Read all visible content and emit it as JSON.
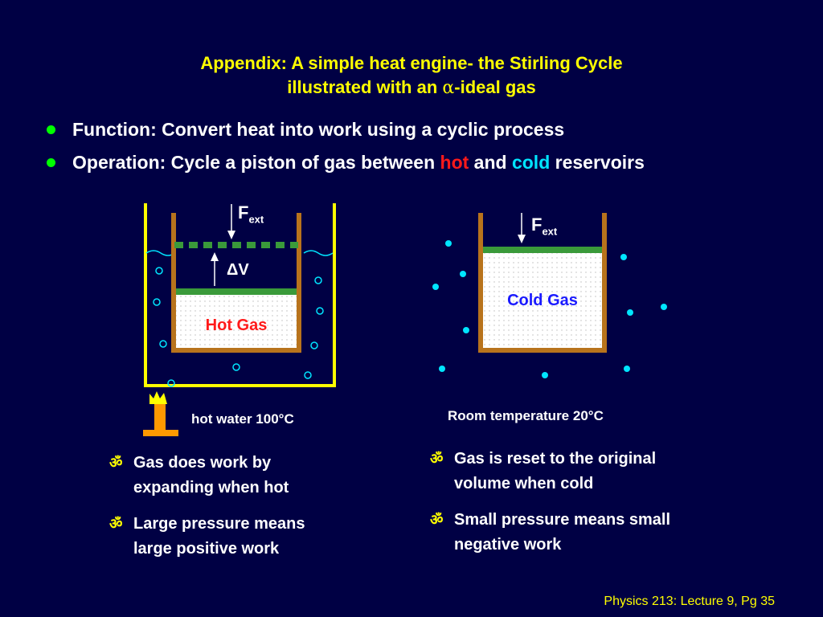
{
  "title": {
    "line1": "Appendix: A simple heat engine- the Stirling Cycle",
    "line2_prefix": "illustrated with an ",
    "line2_symbol": "α",
    "line2_suffix": "-ideal gas"
  },
  "bullets": [
    {
      "text": "Function: Convert heat into work using a cyclic process"
    },
    {
      "text_prefix": "Operation: Cycle a piston of gas between ",
      "hot": "hot",
      "middle": " and ",
      "cold": "cold",
      "text_suffix": " reservoirs"
    }
  ],
  "diagram_left": {
    "force_label": "F",
    "force_subscript": "ext",
    "delta_v": "ΔV",
    "gas_label": "Hot Gas",
    "caption": "hot water  100°C"
  },
  "diagram_right": {
    "force_label": "F",
    "force_subscript": "ext",
    "gas_label": "Cold Gas",
    "caption": "Room temperature   20°C"
  },
  "left_points": [
    {
      "line1": "Gas does work by",
      "line2": "expanding when hot"
    },
    {
      "line1": "Large pressure means",
      "line2": "large positive work"
    }
  ],
  "right_points": [
    {
      "line1": "Gas is reset to the original",
      "line2": "volume when cold"
    },
    {
      "line1": "Small pressure means small",
      "line2": "negative work"
    }
  ],
  "bullet_symbol": "ॐ",
  "footer": "Physics 213: Lecture 9, Pg 35",
  "colors": {
    "background": "#000044",
    "title": "#ffff00",
    "bullet_dot": "#00ff00",
    "hot": "#ff1a1a",
    "cold": "#00e5ff",
    "piston": "#3a9a3a",
    "cylinder": "#b8731c",
    "water_container": "#ffff00",
    "burner": "#ff9900"
  }
}
